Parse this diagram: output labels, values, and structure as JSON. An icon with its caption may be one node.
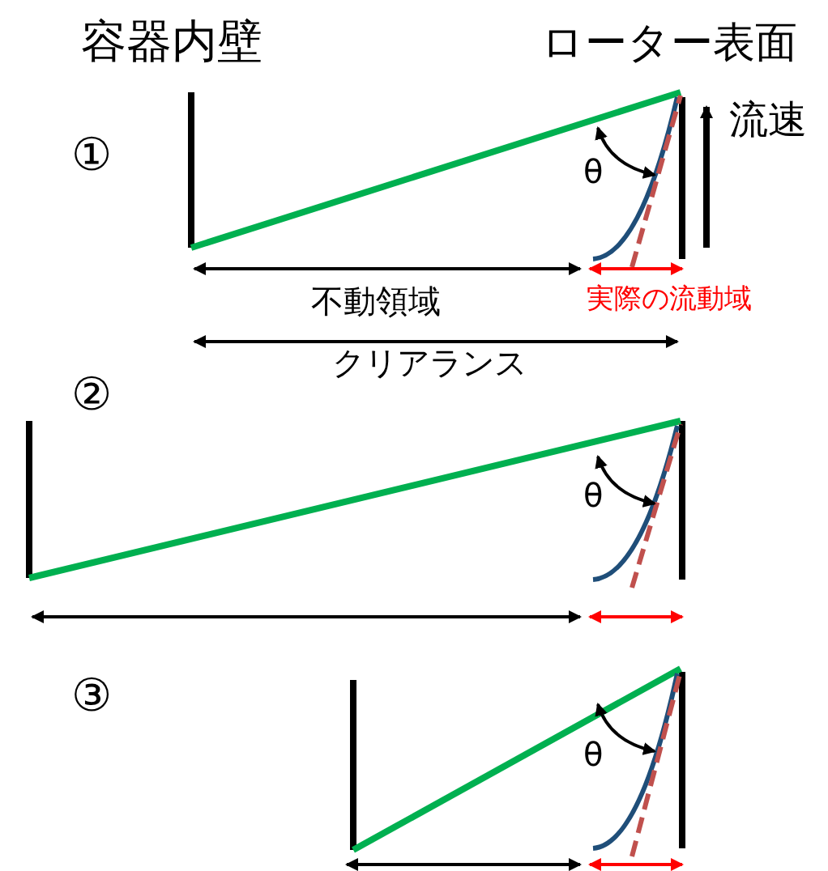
{
  "diagram": {
    "labels": [
      "容器内壁",
      "ローター表面",
      "流速",
      "①",
      "θ",
      "不動領域",
      "実際の流動域",
      "クリアランス",
      "②",
      "θ",
      "③",
      "θ"
    ]
  }
}
